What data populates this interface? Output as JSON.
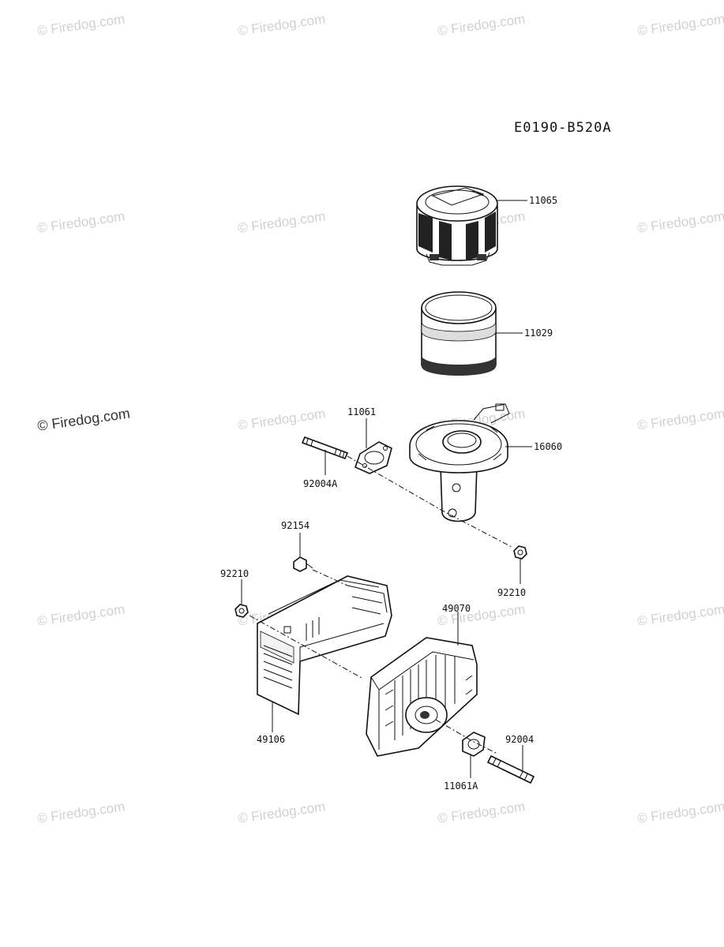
{
  "diagram_code": "E0190-B520A",
  "watermark_text": "© Firedog.com",
  "part_labels": {
    "air_cleaner_cover": "11065",
    "filter_element": "11029",
    "gasket_upper": "11061",
    "air_cleaner_base": "16060",
    "stud_upper": "92004A",
    "bolt": "92154",
    "nut_left": "92210",
    "nut_right": "92210",
    "muffler": "49070",
    "muffler_cover": "49106",
    "stud_lower": "92004",
    "gasket_lower": "11061A"
  },
  "icons": [
    "copyright-icon"
  ]
}
